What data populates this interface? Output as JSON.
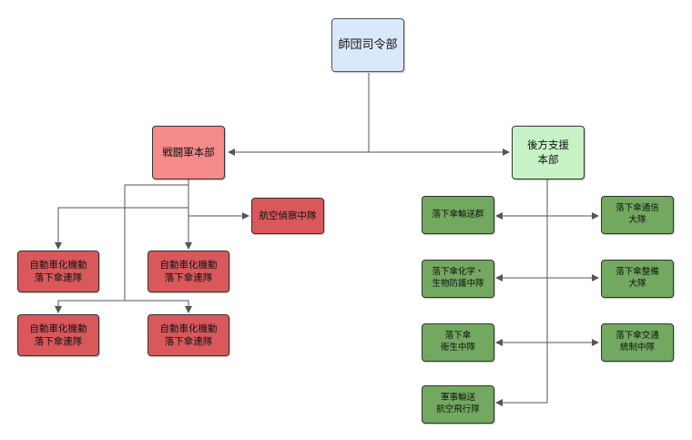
{
  "colors": {
    "hq": "#dae8fc",
    "combat_hq": "#f58a8a",
    "combat_unit": "#d9585b",
    "support_hq": "#c6f2c6",
    "support_unit": "#72a85f",
    "line": "#555555"
  },
  "nodes": {
    "division_hq": "師団司令部",
    "combat_group_hq": "戦闘軍本部",
    "aviation_recon": "航空偵察中隊",
    "motorized_1": "自動車化機動\n落下傘連隊",
    "motorized_2": "自動車化機動\n落下傘連隊",
    "motorized_3": "自動車化機動\n落下傘連隊",
    "motorized_4": "自動車化機動\n落下傘連隊",
    "logistics_hq": "後方支援\n本部",
    "para_transport": "落下傘輸送群",
    "para_signal": "落下傘通信\n大隊",
    "para_cbrn": "落下傘化学・\n生物防護中隊",
    "para_maintenance": "落下傘整備\n大隊",
    "para_medical": "落下傘\n衛生中隊",
    "para_traffic": "落下傘交通\n統制中隊",
    "military_transport_aviation": "軍事輸送\n航空飛行隊"
  }
}
